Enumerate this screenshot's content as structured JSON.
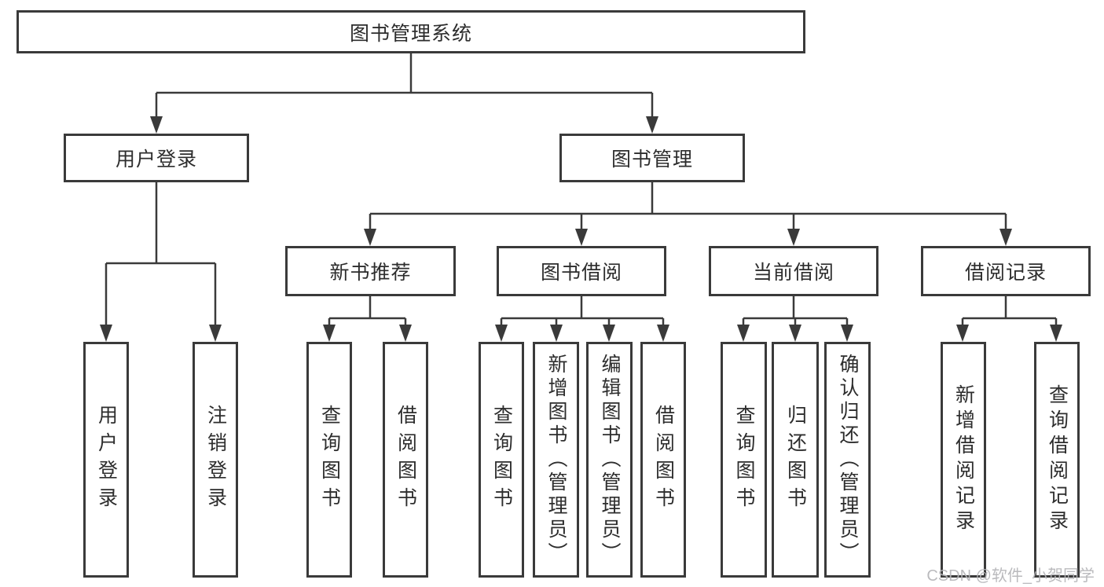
{
  "colors": {
    "line": "#3a3a3a",
    "text": "#2d2d2d",
    "box_background": "#ffffff",
    "watermark": "#b5b5b8"
  },
  "watermark": {
    "text": "CSDN @软件_小贺同学"
  },
  "tree": {
    "root": {
      "label": "图书管理系统"
    },
    "children": [
      {
        "label": "用户登录",
        "children": [
          {
            "label": "用户登录"
          },
          {
            "label": "注销登录"
          }
        ]
      },
      {
        "label": "图书管理",
        "children": [
          {
            "label": "新书推荐",
            "children": [
              {
                "label": "查询图书"
              },
              {
                "label": "借阅图书"
              }
            ]
          },
          {
            "label": "图书借阅",
            "children": [
              {
                "label": "查询图书"
              },
              {
                "label": "新增图书（管理员）"
              },
              {
                "label": "编辑图书（管理员）"
              },
              {
                "label": "借阅图书"
              }
            ]
          },
          {
            "label": "当前借阅",
            "children": [
              {
                "label": "查询图书"
              },
              {
                "label": "归还图书"
              },
              {
                "label": "确认归还（管理员）"
              }
            ]
          },
          {
            "label": "借阅记录",
            "children": [
              {
                "label": "新增借阅记录"
              },
              {
                "label": "查询借阅记录"
              }
            ]
          }
        ]
      }
    ]
  }
}
